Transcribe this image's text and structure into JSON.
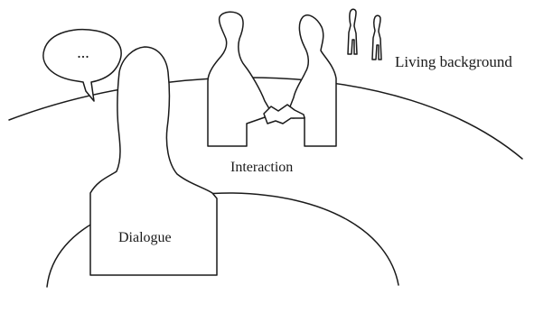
{
  "diagram": {
    "labels": {
      "dialogue": "Dialogue",
      "interaction": "Interaction",
      "living_background": "Living background",
      "speech_bubble_text": "..."
    },
    "colors": {
      "stroke": "#1a1a1a",
      "fill": "#ffffff"
    }
  }
}
